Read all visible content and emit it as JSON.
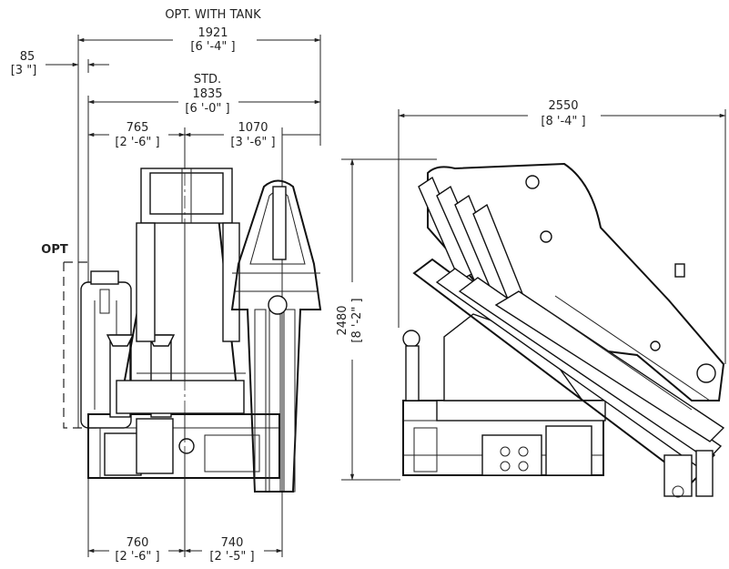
{
  "front_view": {
    "opt_tank_label": "OPT. WITH TANK",
    "width_tank": {
      "mm": "1921",
      "imperial": "[6 '-4\" ]"
    },
    "std_label": "STD.",
    "width_std": {
      "mm": "1835",
      "imperial": "[6 '-0\" ]"
    },
    "offset": {
      "mm": "85",
      "imperial": "[3 \"]"
    },
    "upper_left": {
      "mm": "765",
      "imperial": "[2 '-6\" ]"
    },
    "upper_right": {
      "mm": "1070",
      "imperial": "[3 '-6\" ]"
    },
    "lower_left": {
      "mm": "760",
      "imperial": "[2 '-6\" ]"
    },
    "lower_right": {
      "mm": "740",
      "imperial": "[2 '-5\" ]"
    },
    "opt_label": "OPT"
  },
  "side_view": {
    "length": {
      "mm": "2550",
      "imperial": "[8 '-4\" ]"
    },
    "height": {
      "mm": "2480",
      "imperial": "[8 '-2\" ]"
    }
  }
}
